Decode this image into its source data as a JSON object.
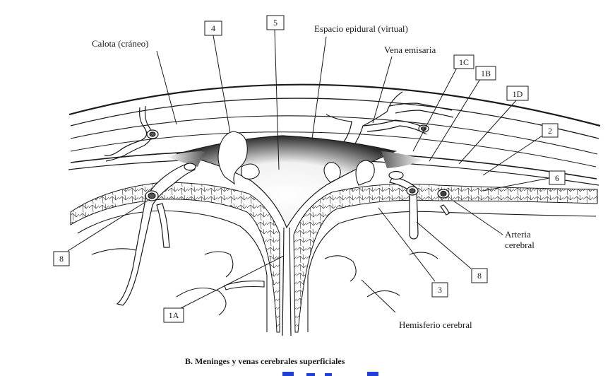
{
  "labels": {
    "calota": "Calota (cráneo)",
    "espacio_epidural": "Espacio epidural (virtual)",
    "vena_emisaria": "Vena emisaria",
    "arteria_1": "Arteria",
    "arteria_2": "cerebral",
    "hemisferio": "Hemisferio cerebral"
  },
  "boxes": {
    "b4": "4",
    "b5": "5",
    "b1C": "1C",
    "b1B": "1B",
    "b1D": "1D",
    "b2": "2",
    "b6": "6",
    "b8_left": "8",
    "b8_right": "8",
    "b3": "3",
    "b1A": "1A"
  },
  "caption": "B. Meninges y venas cerebrales superficiales",
  "colors": {
    "ink": "#1a1a1a",
    "footer_mark": "#1f3fd6"
  }
}
